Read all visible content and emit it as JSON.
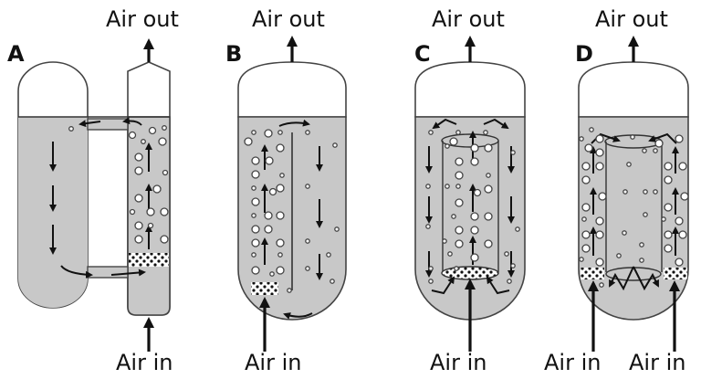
{
  "colors": {
    "liquid": "#c8c8c8",
    "outline": "#444444",
    "arrow": "#111111",
    "background": "#ffffff"
  },
  "panels": [
    {
      "id": "A",
      "label": "A",
      "air_out": "Air out",
      "air_in": [
        "Air in"
      ]
    },
    {
      "id": "B",
      "label": "B",
      "air_out": "Air out",
      "air_in": [
        "Air in"
      ]
    },
    {
      "id": "C",
      "label": "C",
      "air_out": "Air out",
      "air_in": [
        "Air in"
      ]
    },
    {
      "id": "D",
      "label": "D",
      "air_out": "Air out",
      "air_in": [
        "Air in",
        "Air in"
      ]
    }
  ]
}
